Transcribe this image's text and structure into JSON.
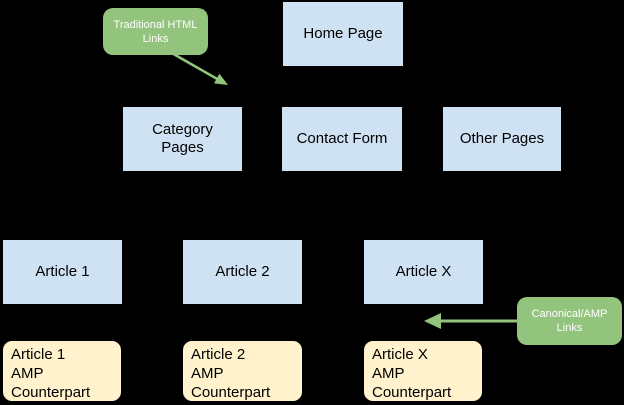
{
  "diagram": {
    "pages": {
      "home": "Home Page",
      "category": "Category\nPages",
      "contact": "Contact Form",
      "other": "Other Pages",
      "article1": "Article 1",
      "article2": "Article 2",
      "articlex": "Article X"
    },
    "amp": {
      "article1": "Article 1\nAMP\nCounterpart",
      "article2": "Article 2\nAMP\nCounterpart",
      "articlex": "Article X\nAMP\nCounterpart"
    },
    "callouts": {
      "traditional": "Traditional HTML\nLinks",
      "canonical": "Canonical/AMP\nLinks"
    }
  },
  "colors": {
    "background": "#000000",
    "page_box": "#cfe2f3",
    "amp_box": "#fff2cc",
    "callout": "#93c47d",
    "callout_text": "#ffffff",
    "box_text": "#000000"
  }
}
